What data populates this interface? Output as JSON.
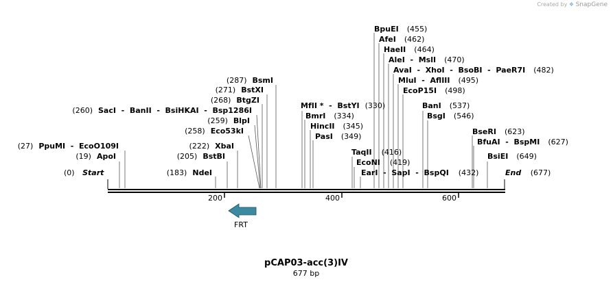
{
  "credit": {
    "prefix": "Created by",
    "brand": "SnapGene"
  },
  "map": {
    "name": "pCAP03-acc(3)IV",
    "length_label": "677 bp",
    "ticks": [
      "200",
      "400",
      "600"
    ],
    "feature_label": "FRT",
    "feature_color": "#3a8ba1",
    "start_label": {
      "pos": "(0)",
      "name": "Start"
    },
    "end_label": {
      "name": "End",
      "pos": "(677)"
    }
  },
  "sites": [
    {
      "text": "BpuEI",
      "pos": "(455)"
    },
    {
      "text": "AfeI",
      "pos": "(462)"
    },
    {
      "text": "HaeII",
      "pos": "(464)"
    },
    {
      "text": "AleI  -  MslI",
      "pos": "(470)"
    },
    {
      "text": "AvaI  -  XhoI  -  BsoBI  -  PaeR7I",
      "pos": "(482)"
    },
    {
      "text": "MluI  -  AflIII",
      "pos": "(495)"
    },
    {
      "text": "EcoP15I",
      "pos": "(498)"
    },
    {
      "text": "BsmI",
      "pos": "(287)"
    },
    {
      "text": "BstXI",
      "pos": "(271)"
    },
    {
      "text": "BtgZI",
      "pos": "(268)"
    },
    {
      "text": "SacI  -  BanII  -  BsiHKAI  -  Bsp1286I",
      "pos": "(260)"
    },
    {
      "text": "BlpI",
      "pos": "(259)"
    },
    {
      "text": "Eco53kI",
      "pos": "(258)"
    },
    {
      "text": "XbaI",
      "pos": "(222)"
    },
    {
      "text": "BstBI",
      "pos": "(205)"
    },
    {
      "text": "NdeI",
      "pos": "(183)"
    },
    {
      "text": "PpuMI  -  EcoO109I",
      "pos": "(27)"
    },
    {
      "text": "ApoI",
      "pos": "(19)"
    },
    {
      "text": "MfII *  -  BstYI",
      "pos": "(330)"
    },
    {
      "text": "BmrI",
      "pos": "(334)"
    },
    {
      "text": "HincII",
      "pos": "(345)"
    },
    {
      "text": "PasI",
      "pos": "(349)"
    },
    {
      "text": "BanI",
      "pos": "(537)"
    },
    {
      "text": "BsgI",
      "pos": "(546)"
    },
    {
      "text": "TaqII",
      "pos": "(416)"
    },
    {
      "text": "EcoNI",
      "pos": "(419)"
    },
    {
      "text": "EarI  -  SapI  -  BspQI",
      "pos": "(432)"
    },
    {
      "text": "BseRI",
      "pos": "(623)"
    },
    {
      "text": "BfuAI  -  BspMI",
      "pos": "(627)"
    },
    {
      "text": "BsiEI",
      "pos": "(649)"
    }
  ]
}
